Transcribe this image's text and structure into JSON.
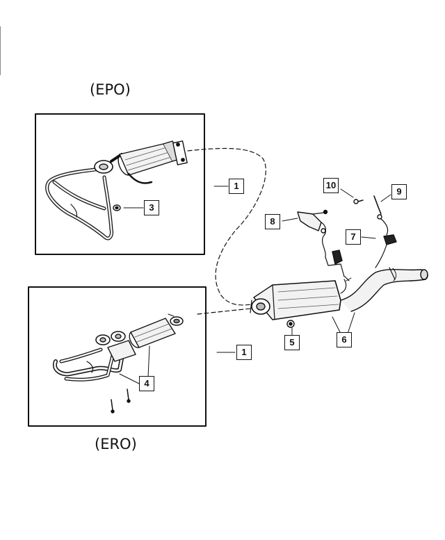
{
  "titles": {
    "epo": "(EPO)",
    "ero": "(ERO)"
  },
  "callouts": [
    "1",
    "1",
    "3",
    "4",
    "5",
    "6",
    "7",
    "8",
    "9",
    "10"
  ],
  "colors": {
    "ink": "#111111",
    "fill": "#f2f2f2",
    "shade": "#bdbdbd"
  }
}
